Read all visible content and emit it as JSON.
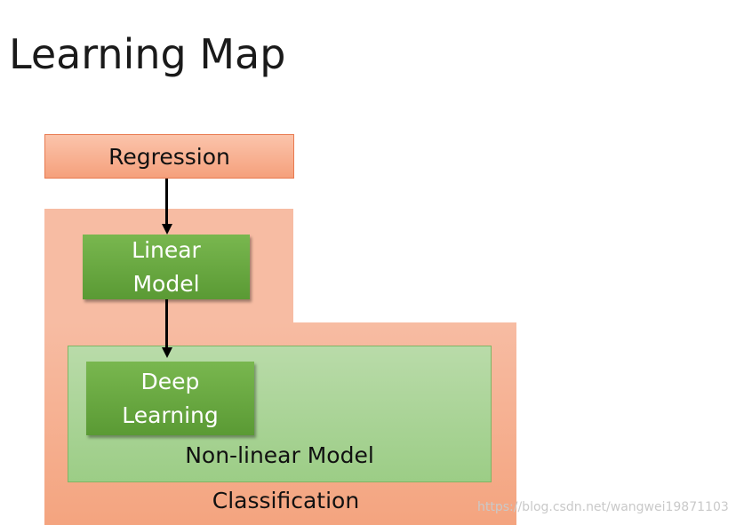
{
  "title": "Learning Map",
  "nodes": {
    "regression": "Regression",
    "linear_model": "Linear\nModel",
    "deep_learning": "Deep\nLearning",
    "non_linear_model": "Non-linear Model",
    "classification": "Classification"
  },
  "watermark": "https://blog.csdn.net/wangwei19871103",
  "colors": {
    "orange_box": "#f5a07c",
    "green_box": "#6aa843",
    "light_green_region": "#b0d69c",
    "classification_region": "#f7bca3"
  }
}
